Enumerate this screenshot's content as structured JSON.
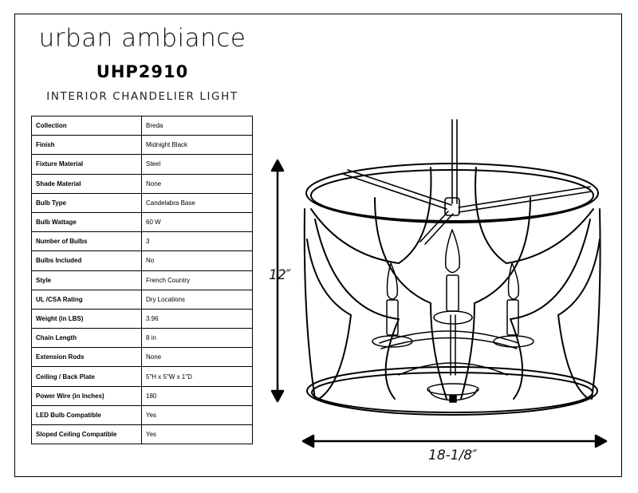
{
  "brand": "urban ambiance",
  "model": "UHP2910",
  "subtitle": "INTERIOR CHANDELIER LIGHT",
  "specs": [
    {
      "label": "Collection",
      "value": "Breda"
    },
    {
      "label": "Finish",
      "value": "Midnight Black"
    },
    {
      "label": "Fixture Material",
      "value": "Steel"
    },
    {
      "label": "Shade Material",
      "value": "None"
    },
    {
      "label": "Bulb Type",
      "value": "Candelabra Base"
    },
    {
      "label": "Bulb Wattage",
      "value": "60 W"
    },
    {
      "label": "Number of Bulbs",
      "value": "3"
    },
    {
      "label": "Bulbs Included",
      "value": "No"
    },
    {
      "label": "Style",
      "value": "French Country"
    },
    {
      "label": "UL /CSA Rating",
      "value": "Dry Locations"
    },
    {
      "label": "Weight (in LBS)",
      "value": "3.96"
    },
    {
      "label": "Chain Length",
      "value": "8 in"
    },
    {
      "label": "Extension Rods",
      "value": "None"
    },
    {
      "label": "Ceiling / Back Plate",
      "value": "5\"H x 5\"W x 1\"D"
    },
    {
      "label": "Power Wire (in Inches)",
      "value": "180"
    },
    {
      "label": "LED Bulb Compatible",
      "value": "Yes"
    },
    {
      "label": "Sloped Ceiling Compatible",
      "value": "Yes"
    }
  ],
  "dimensions": {
    "height": "12″",
    "width": "18-1/8″"
  }
}
